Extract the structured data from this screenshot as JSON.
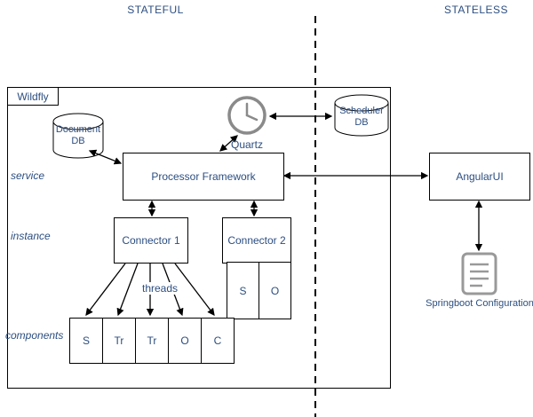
{
  "colors": {
    "text_blue": "#2c4e80",
    "icon_gray": "#8a8a8a",
    "line_black": "#000000"
  },
  "header": {
    "stateful": "STATEFUL",
    "stateless": "STATELESS"
  },
  "wildfly": {
    "label": "Wildfly"
  },
  "nodes": {
    "document_db": "Document DB",
    "quartz": "Quartz",
    "scheduler_db": "Scheduler DB",
    "processor_framework": "Processor Framework",
    "angular_ui": "AngularUI",
    "connector1": "Connector 1",
    "connector2": "Connector 2",
    "springboot": "Springboot Configuration"
  },
  "connector2_cells": {
    "s": "S",
    "o": "O"
  },
  "components_cells": [
    "S",
    "Tr",
    "Tr",
    "O",
    "C"
  ],
  "annotations": {
    "threads": "threads"
  },
  "side_labels": {
    "service": "service",
    "instance": "instance",
    "components": "components"
  }
}
